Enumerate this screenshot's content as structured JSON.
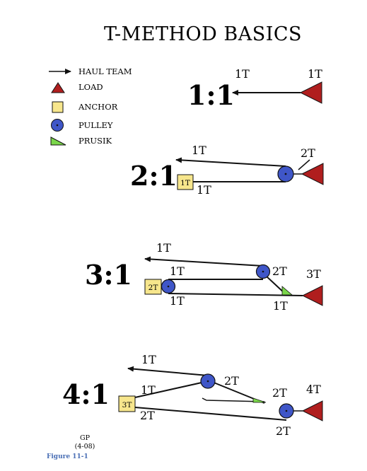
{
  "title": "T-METHOD BASICS",
  "colors": {
    "load": "#b01e1e",
    "anchor": "#f7e68c",
    "pulley": "#3f56c8",
    "prusik": "#7ad64a",
    "caption": "#4a6fb5"
  },
  "legend": {
    "haul_team": "HAUL TEAM",
    "load": "LOAD",
    "anchor": "ANCHOR",
    "pulley": "PULLEY",
    "prusik": "PRUSIK",
    "icons": [
      "arrow-icon",
      "triangle-icon",
      "square-icon",
      "circle-icon",
      "wedge-icon"
    ]
  },
  "systems": {
    "s1": {
      "ratio": "1:1",
      "haul": "1T",
      "load": "1T"
    },
    "s2": {
      "ratio": "2:1",
      "haul": "1T",
      "anchor": "1T",
      "bottom": "1T",
      "load": "2T"
    },
    "s3": {
      "ratio": "3:1",
      "haul": "1T",
      "upper": "1T",
      "anchor": "2T",
      "pulley": "2T",
      "lower": "1T",
      "prusik": "1T",
      "load": "3T"
    },
    "s4": {
      "ratio": "4:1",
      "haul": "1T",
      "pulley": "2T",
      "middle": "1T",
      "anchor": "3T",
      "lower": "2T",
      "prusik": "2T",
      "bottom": "2T",
      "load": "4T"
    }
  },
  "signature": {
    "initials": "GP",
    "date": "(4-08)"
  },
  "caption": "Figure 11-1"
}
